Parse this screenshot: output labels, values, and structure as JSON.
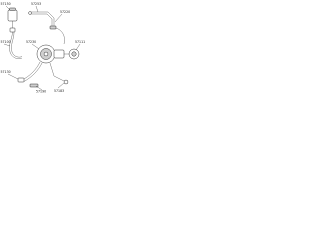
{
  "diagram": {
    "callouts": [
      {
        "id": "c1",
        "text": "57150"
      },
      {
        "id": "c2",
        "text": "57253"
      },
      {
        "id": "c3",
        "text": "57220"
      },
      {
        "id": "c4",
        "text": "57100"
      },
      {
        "id": "c5",
        "text": "57230"
      },
      {
        "id": "c6",
        "text": "57111"
      },
      {
        "id": "c7",
        "text": "57130"
      },
      {
        "id": "c8",
        "text": "57183"
      },
      {
        "id": "c9",
        "text": "57190"
      }
    ],
    "colors": {
      "line": "#333333",
      "part": "#1e1e1e",
      "fill": "#cfcfcf",
      "background": "#ffffff"
    },
    "icons": [
      "reservoir-icon",
      "pump-icon",
      "hose-icon",
      "bracket-icon",
      "pulley-icon"
    ]
  }
}
